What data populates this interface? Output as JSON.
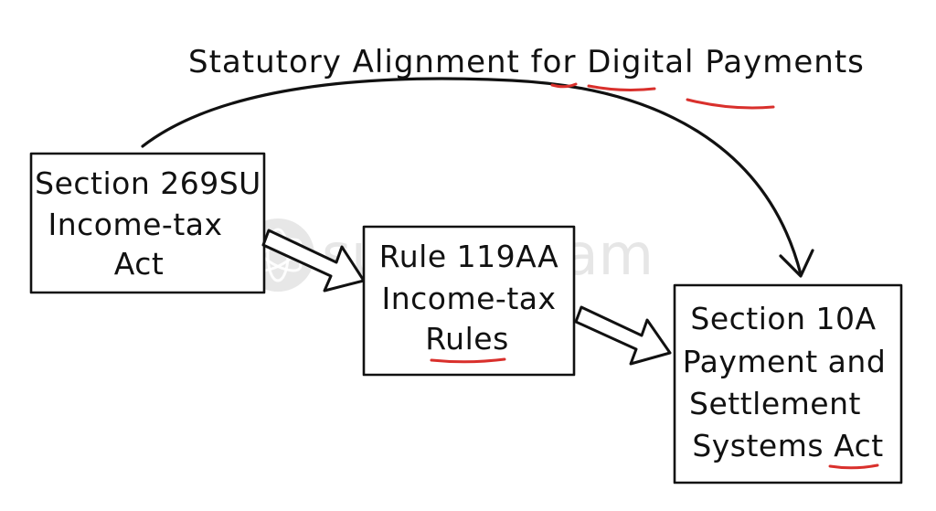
{
  "title": {
    "prefix": "Statutory Alignment for ",
    "emphasis_1": "Digital",
    "emphasis_2": "Payments"
  },
  "boxes": [
    {
      "lines": [
        "Section 269SU",
        "Income-tax",
        "Act"
      ]
    },
    {
      "lines": [
        "Rule 119AA",
        "Income-tax",
        "Rules"
      ]
    },
    {
      "lines": [
        "Section 10A",
        "Payment and",
        "Settlement",
        "Systems Act"
      ]
    }
  ],
  "watermark": {
    "text": "superkalam"
  },
  "colors": {
    "ink": "#111111",
    "accent_underline": "#d9302c",
    "watermark": "#d3d3d3"
  },
  "icons": {
    "block_arrows": "right-block-arrow",
    "curved_connector": "curved-arrow",
    "watermark_logo": "atom-logo"
  }
}
